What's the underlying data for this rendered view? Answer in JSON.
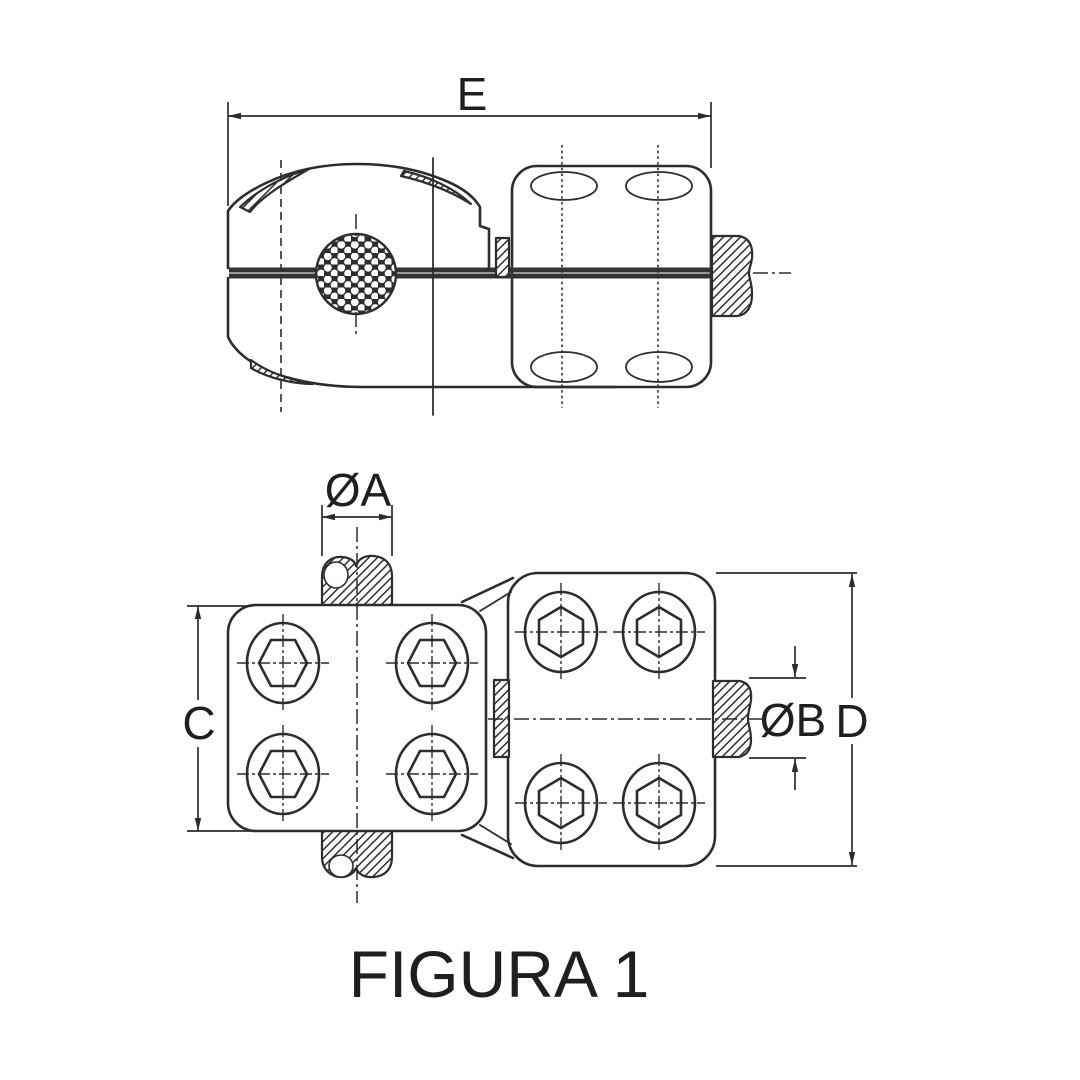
{
  "figure": {
    "caption": "FIGURA 1",
    "dimensions": {
      "overall_length_label": "E",
      "conductor_diameter_label": "ØA",
      "left_block_height_label": "C",
      "stud_diameter_label": "ØB",
      "right_block_height_label": "D"
    },
    "colors": {
      "line": "#2d2d2d",
      "background": "#ffffff"
    }
  }
}
